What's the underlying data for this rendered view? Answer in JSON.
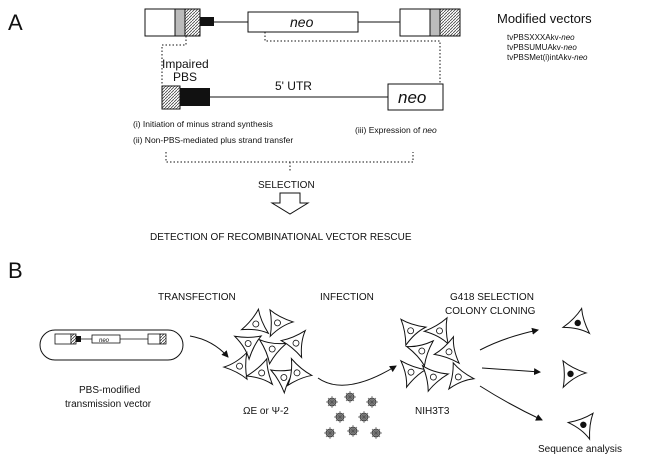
{
  "panel_a": {
    "letter": "A",
    "neo_label": "neo",
    "modified_vectors_title": "Modified vectors",
    "vectors": [
      {
        "name": "tvPBSXXXAkv-",
        "suffix": "neo"
      },
      {
        "name": "tvPBSUMUAkv-",
        "suffix": "neo"
      },
      {
        "name": "tvPBSMet(i)intAkv-",
        "suffix": "neo"
      }
    ],
    "impaired_pbs_line1": "Impaired",
    "impaired_pbs_line2": "PBS",
    "utr_label": "5' UTR",
    "neo_zoom_label": "neo",
    "step_i": "(i) Initiation of minus strand synthesis",
    "step_ii": "(ii) Non-PBS-mediated plus strand transfer",
    "step_iii_prefix": "(iii) Expression of ",
    "step_iii_suffix": "neo",
    "selection": "SELECTION",
    "detection": "DETECTION OF RECOMBINATIONAL VECTOR RESCUE"
  },
  "panel_b": {
    "letter": "B",
    "transfection": "TRANSFECTION",
    "infection": "INFECTION",
    "g418_line1": "G418 SELECTION",
    "g418_line2": "COLONY CLONING",
    "plasmid_neo": "neo",
    "plasmid_label_line1": "PBS-modified",
    "plasmid_label_line2": "transmission vector",
    "packaging_label": "ΩE or Ψ-2",
    "target_label": "NIH3T3",
    "sequence_label": "Sequence analysis"
  }
}
